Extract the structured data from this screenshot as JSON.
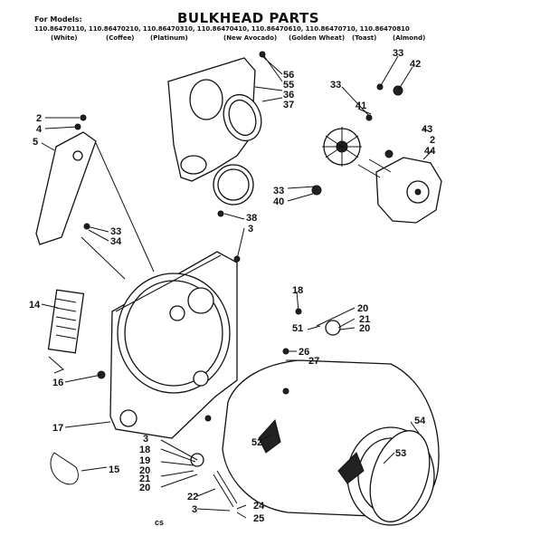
{
  "header": {
    "for_models": "For Models:",
    "models_line": "110.86470110, 110.86470210, 110.86470310, 110.86470410, 110.86470610, 110.86470710, 110.86470810",
    "colors": [
      "(White)",
      "(Coffee)",
      "(Platinum)",
      "(New Avocado)",
      "(Golden Wheat)",
      "(Toast)",
      "(Almond)"
    ]
  },
  "title": "BULKHEAD PARTS",
  "footer_mark": "cs",
  "callouts": [
    "56",
    "55",
    "36",
    "37",
    "33",
    "42",
    "33",
    "41",
    "43",
    "2",
    "44",
    "2",
    "4",
    "5",
    "33",
    "40",
    "38",
    "3",
    "33",
    "34",
    "14",
    "18",
    "20",
    "21",
    "20",
    "51",
    "26",
    "27",
    "16",
    "17",
    "3",
    "18",
    "19",
    "20",
    "21",
    "20",
    "52",
    "54",
    "53",
    "15",
    "22",
    "3",
    "24",
    "25"
  ]
}
